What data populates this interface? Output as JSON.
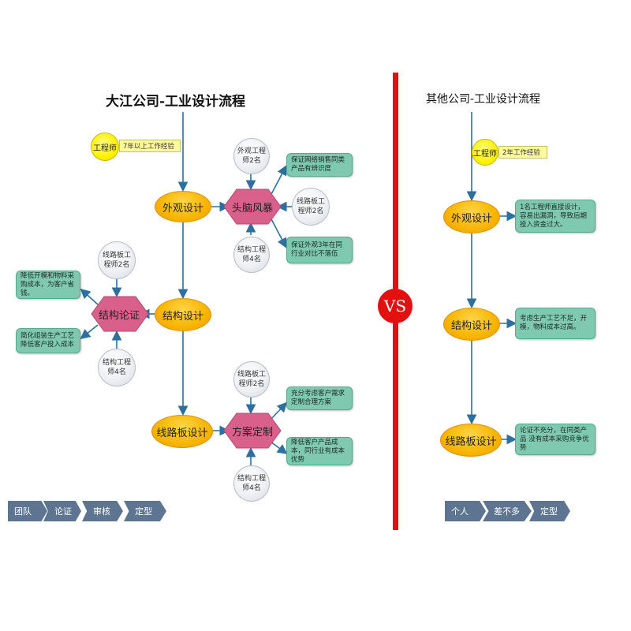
{
  "left": {
    "title": "大江公司-工业设计流程",
    "engineer_badge": "工程师",
    "experience_tag": "7年以上工作经验",
    "steps": {
      "appearance": "外观设计",
      "structure": "结构设计",
      "circuit": "线路板设计"
    },
    "brainstorm": {
      "label": "头脑风暴",
      "top_circle": "外观工程师2名",
      "right_circle": "线路板工程师2名",
      "bottom_circle": "结构工程师4名",
      "note_top": "保证网络销售同类产品有辨识度",
      "note_bottom": "保证外观3年在同行业对比不落伍"
    },
    "argument": {
      "label": "结构论证",
      "top_circle": "线路板工程师2名",
      "bottom_circle": "结构工程师4名",
      "note_top": "降低开模和物料采购成本，为客户省钱。",
      "note_bottom": "简化组装生产工艺降低客户投入成本"
    },
    "solution": {
      "label": "方案定制",
      "top_circle": "线路板工程师2名",
      "bottom_circle": "结构工程师4名",
      "note_top": "充分考虑客户需求定制合理方案",
      "note_bottom": "降低客户产品成本，同行业有成本优势"
    },
    "footer_steps": [
      "团队",
      "论证",
      "审核",
      "定型"
    ]
  },
  "vs_label": "VS",
  "right": {
    "title": "其他公司-工业设计流程",
    "engineer_badge": "工程师",
    "experience_tag": "2年工作经验",
    "steps": {
      "appearance": "外观设计",
      "structure": "结构设计",
      "circuit": "线路板设计"
    },
    "note_appearance": "1名工程师直接设计，容易出漏洞，导致后期投入资金过大。",
    "note_structure": "考虑生产工艺不足，开模，物料成本过高。",
    "note_circuit": "论证不充分，在同类产品 没有成本采购竞争优势",
    "footer_steps": [
      "个人",
      "差不多",
      "定型"
    ]
  },
  "colors": {
    "flow_line": "#2d6f9e",
    "divider": "#e31010",
    "hexagon": "#d9608a",
    "oval": "#f7b500",
    "note": "#7ec9b0",
    "badge": "#fff200",
    "footer_arrow": "#5d7590"
  }
}
